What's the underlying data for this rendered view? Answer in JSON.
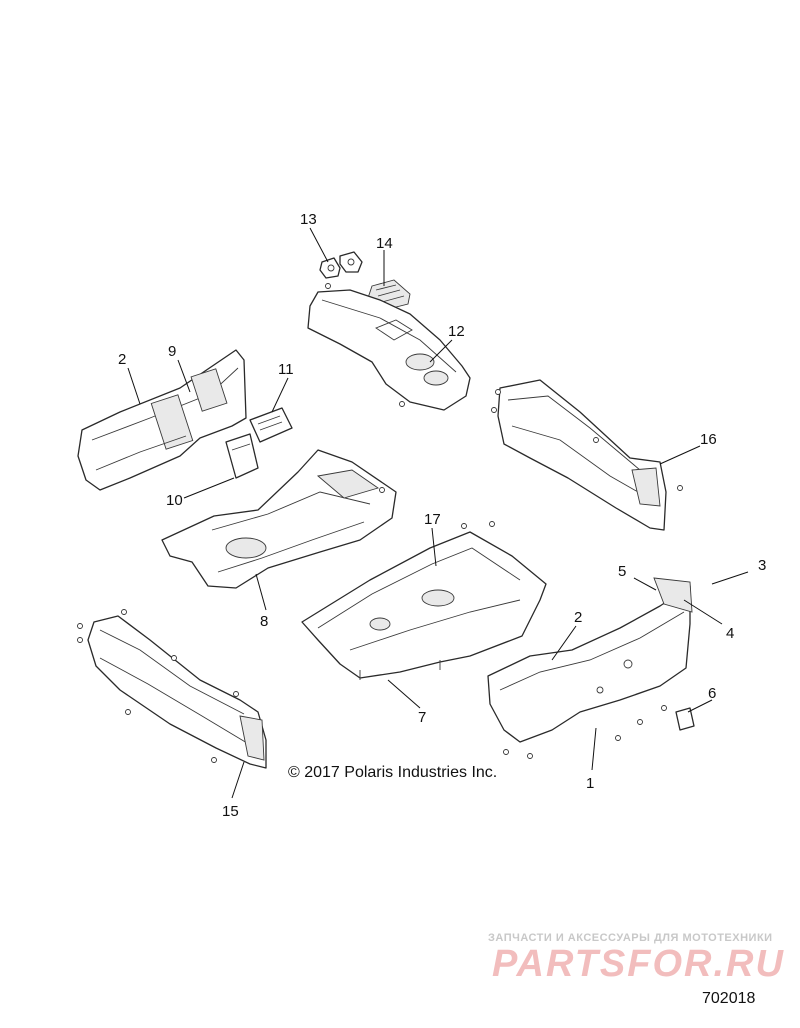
{
  "callouts": {
    "c1": "1",
    "c2a": "2",
    "c2b": "2",
    "c3": "3",
    "c4": "4",
    "c5": "5",
    "c6": "6",
    "c7": "7",
    "c8": "8",
    "c9": "9",
    "c10": "10",
    "c11": "11",
    "c12": "12",
    "c13": "13",
    "c14": "14",
    "c15": "15",
    "c16": "16",
    "c17": "17"
  },
  "copyright": "© 2017 Polaris Industries Inc.",
  "figure_number": "702018",
  "watermark": {
    "tagline": "ЗАПЧАСТИ И АКСЕССУАРЫ ДЛЯ МОТОТЕХНИКИ",
    "logo": "PARTSFOR.RU",
    "logo_color": "#f2bdbd"
  },
  "colors": {
    "line": "#2a2a2a",
    "background": "#ffffff"
  }
}
